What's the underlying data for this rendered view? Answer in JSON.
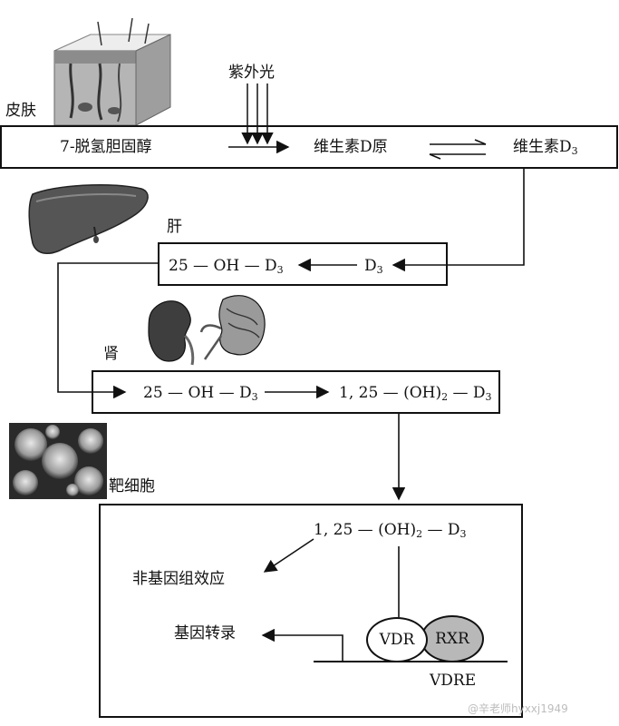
{
  "skin": {
    "label": "皮肤",
    "uv": "紫外光",
    "precursor": "7-脱氢胆固醇",
    "provitamin": "维生素D原",
    "vitd3_base": "维生素D",
    "vitd3_sub": "3"
  },
  "liver": {
    "label": "肝",
    "product_prefix": "25 — OH — D",
    "product_sub": "3",
    "input_base": "D",
    "input_sub": "3"
  },
  "kidney": {
    "label": "肾",
    "input_prefix": "25 — OH — D",
    "input_sub": "3",
    "output_prefix": "1, 25 — (OH)",
    "output_sub1": "2",
    "output_mid": " — D",
    "output_sub2": "3"
  },
  "target": {
    "label": "靶细胞",
    "molecule_prefix": "1, 25 — (OH)",
    "molecule_sub1": "2",
    "molecule_mid": " — D",
    "molecule_sub2": "3",
    "non_genomic": "非基因组效应",
    "gene_transcription": "基因转录",
    "vdr": "VDR",
    "rxr": "RXR",
    "vdre": "VDRE"
  },
  "watermark": "@辛老师hyxxj1949",
  "colors": {
    "rxr_fill": "#b8b8b8",
    "liver_fill": "#5a5a5a"
  }
}
